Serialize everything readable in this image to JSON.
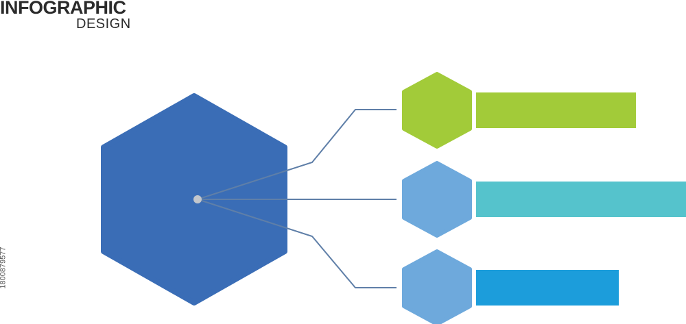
{
  "header": {
    "title": "INFOGRAPHIC",
    "subtitle": "DESIGN"
  },
  "side_id": "1800879577",
  "colors": {
    "hub": "#3a6db6",
    "connector": "#5f7fa8",
    "hub_dot": "#c3c7cc",
    "item1_hex": "#a2cb39",
    "item1_bar": "#a2cb39",
    "item2_hex": "#6ea9dc",
    "item2_bar": "#55c3cc",
    "item3_hex": "#6ea9dc",
    "item3_bar": "#1c9ddb"
  },
  "items": [
    {
      "hex_color": "#a2cb39",
      "bar_color": "#a2cb39"
    },
    {
      "hex_color": "#6ea9dc",
      "bar_color": "#55c3cc"
    },
    {
      "hex_color": "#6ea9dc",
      "bar_color": "#1c9ddb"
    }
  ]
}
